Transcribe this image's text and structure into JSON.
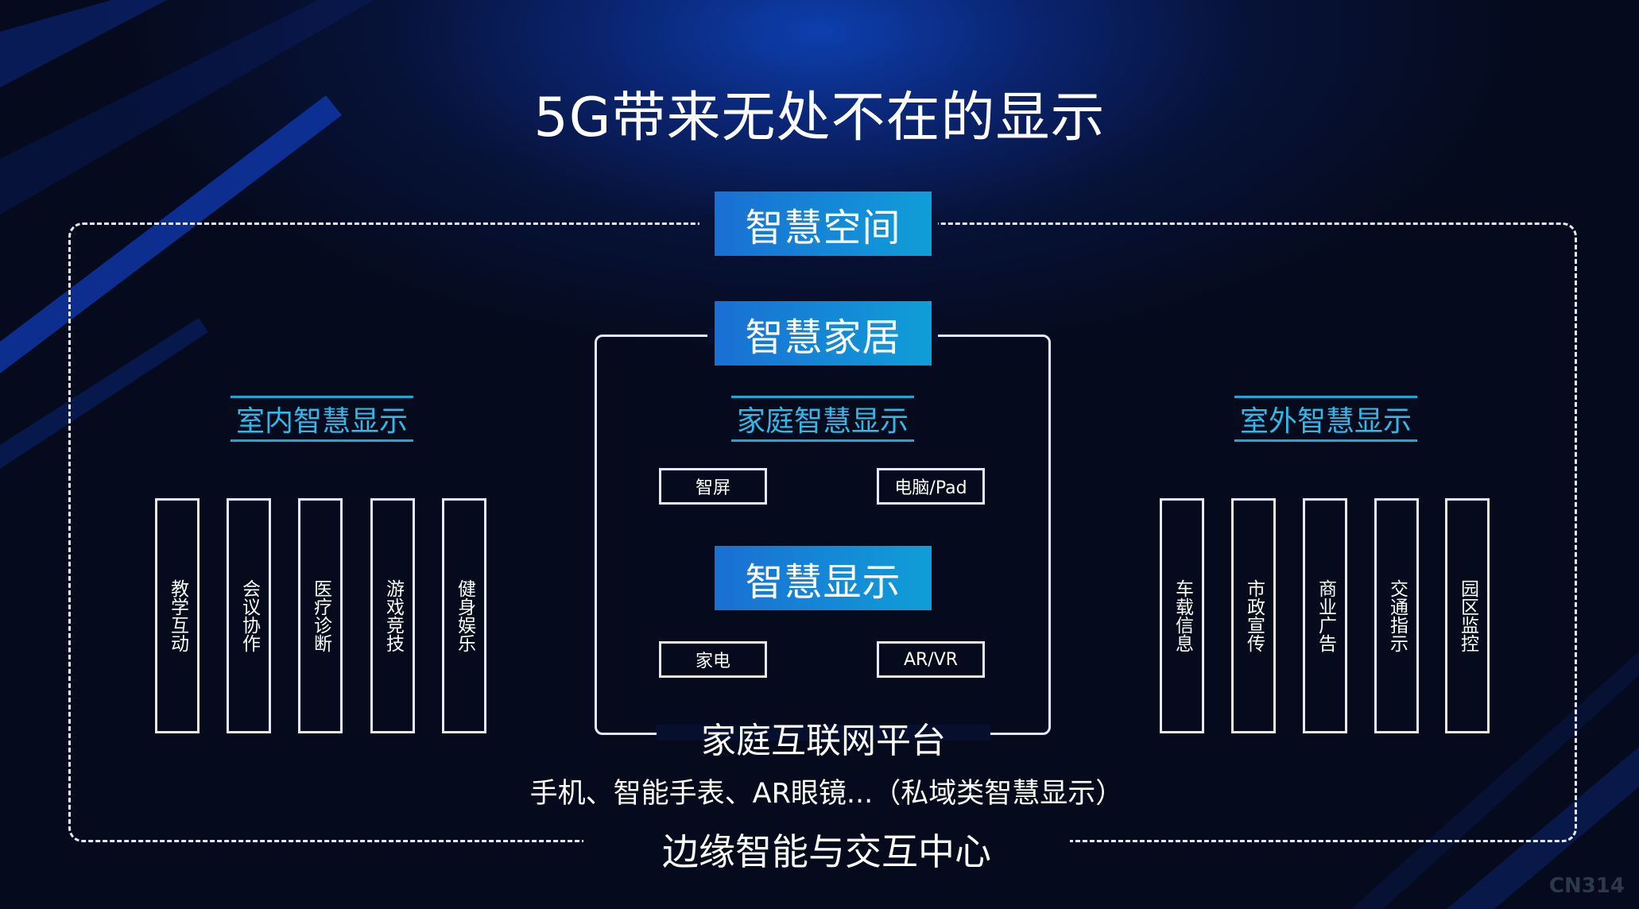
{
  "title": "5G带来无处不在的显示",
  "top_block": "智慧空间",
  "home_block": "智慧家居",
  "display_block": "智慧显示",
  "sections": {
    "indoor": "室内智慧显示",
    "home": "家庭智慧显示",
    "outdoor": "室外智慧显示"
  },
  "indoor_items": [
    "教学互动",
    "会议协作",
    "医疗诊断",
    "游戏竞技",
    "健身娱乐"
  ],
  "outdoor_items": [
    "车载信息",
    "市政宣传",
    "商业广告",
    "交通指示",
    "园区监控"
  ],
  "home_items": {
    "top_left": "智屏",
    "top_right": "电脑/Pad",
    "bottom_left": "家电",
    "bottom_right": "AR/VR"
  },
  "platform_label": "家庭互联网平台",
  "private_label": "手机、智能手表、AR眼镜...（私域类智慧显示）",
  "edge_label": "边缘智能与交互中心",
  "watermark": "CN314",
  "colors": {
    "accent_blue": "#1a6fd3",
    "accent_cyan": "#0f9ed8",
    "section_text": "#2fb8e8",
    "background": "#050a1c"
  }
}
